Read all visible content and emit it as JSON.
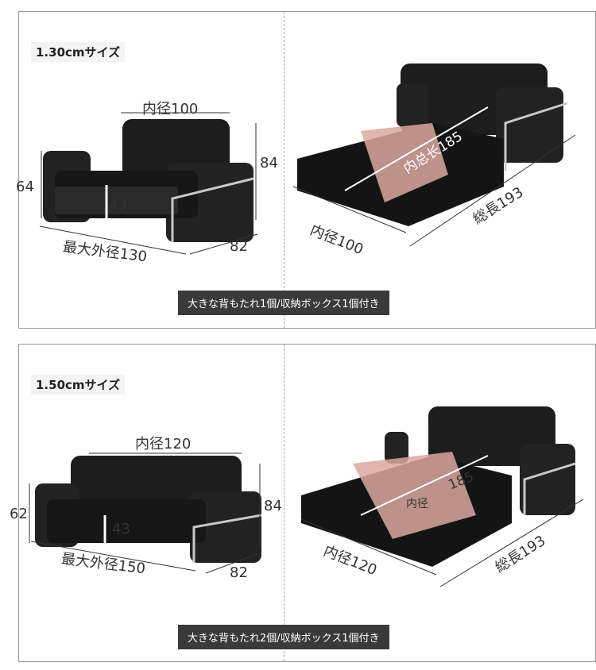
{
  "sections": [
    {
      "size_label": "1.30cmサイズ",
      "caption": "大きな背もたれ1個/収納ボックス1個付き",
      "sofa": {
        "inner_width": "内径100",
        "height": "84",
        "arm_height": "64",
        "seat_height": "43",
        "max_width": "最大外径130",
        "depth": "82"
      },
      "bed": {
        "inner_width": "内径100",
        "inner_length": "内总长185",
        "total_length": "総長193"
      }
    },
    {
      "size_label": "1.50cmサイズ",
      "caption": "大きな背もたれ2個/収納ボックス1個付き",
      "sofa": {
        "inner_width": "内径120",
        "height": "84",
        "arm_height": "62",
        "seat_height": "43",
        "max_width": "最大外径150",
        "depth": "82"
      },
      "bed": {
        "inner_width": "内径120",
        "inner_length": "185",
        "inner_label2": "内径",
        "total_length": "総長193"
      }
    }
  ],
  "colors": {
    "leather": "#1b1b1b",
    "frame": "#c8c8c8",
    "caption_bg": "#3a3a3a",
    "blanket": "#d9a8a0"
  }
}
